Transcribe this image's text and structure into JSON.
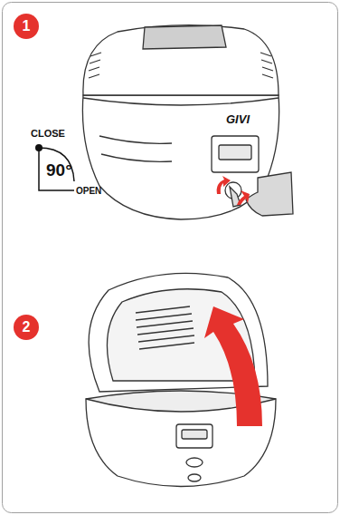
{
  "diagram": {
    "nodes": [
      {
        "text": [
          "1"
        ]
      },
      {
        "text": [
          "2"
        ]
      }
    ],
    "labels": [
      "GIVI",
      "CLOSE",
      "90°",
      "OPEN"
    ]
  }
}
